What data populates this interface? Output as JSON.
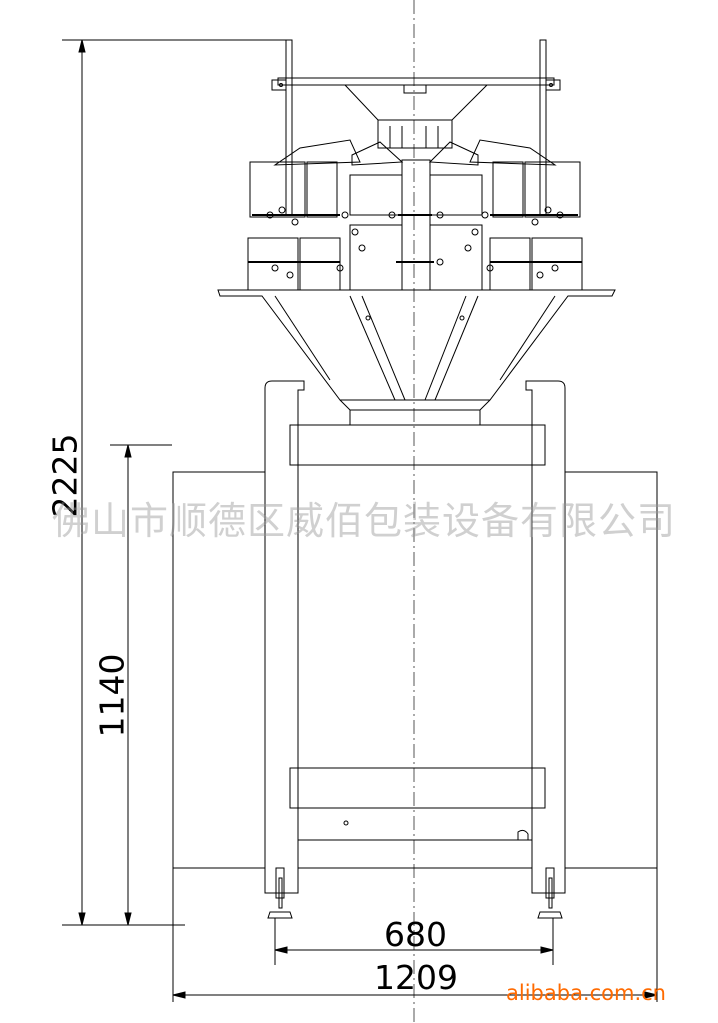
{
  "drawing": {
    "dimensions": {
      "overall_height": "2225",
      "base_height": "1140",
      "frame_width": "680",
      "overall_width": "1209"
    },
    "watermark": "佛山市顺德区威佰包装设备有限公司",
    "site_logo": "alibaba.com.cn",
    "colors": {
      "line": "#000000",
      "watermark": "#999999",
      "logo": "#ff6a00"
    }
  }
}
